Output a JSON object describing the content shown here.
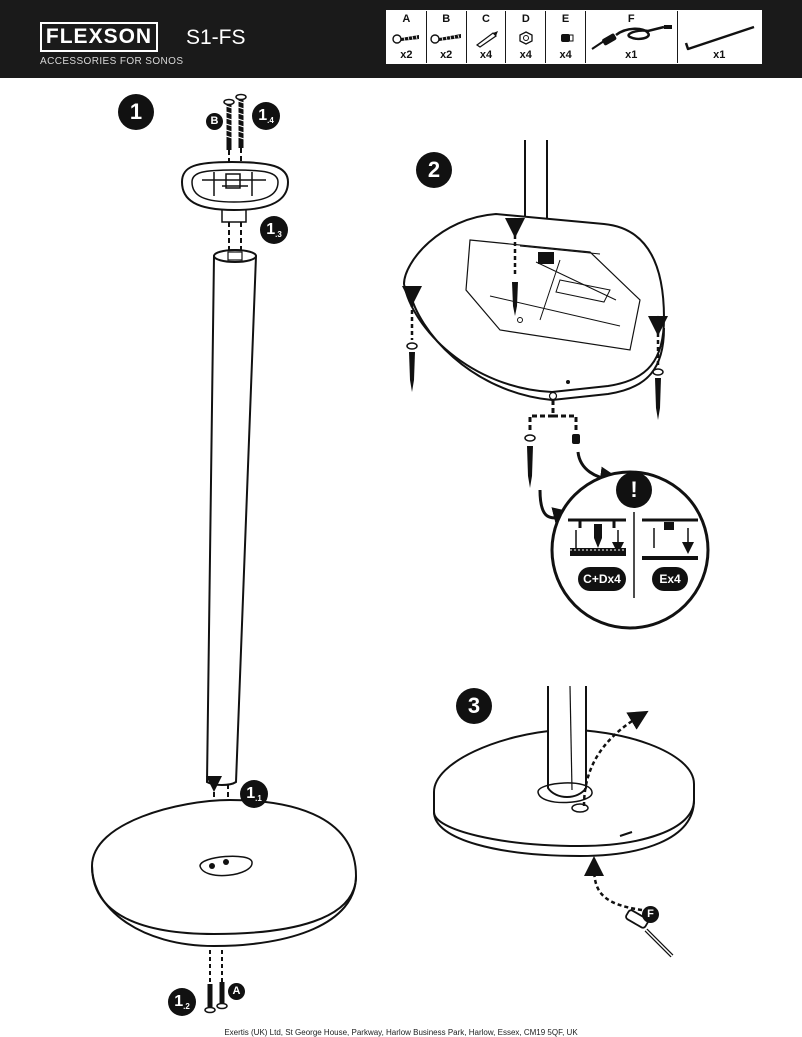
{
  "header": {
    "brand": "FLEXSON",
    "tagline": "ACCESSORIES FOR SONOS",
    "model": "S1-FS",
    "parts": [
      {
        "letter": "A",
        "qty": "x2"
      },
      {
        "letter": "B",
        "qty": "x2"
      },
      {
        "letter": "C",
        "qty": "x4"
      },
      {
        "letter": "D",
        "qty": "x4"
      },
      {
        "letter": "E",
        "qty": "x4"
      },
      {
        "letter": "F",
        "qty": "x1"
      },
      {
        "letter": "",
        "qty": "x1"
      }
    ]
  },
  "steps": {
    "step1": {
      "number": "1",
      "sub1": {
        "main": "1",
        "sfx": ".1"
      },
      "sub2": {
        "main": "1",
        "sfx": ".2"
      },
      "sub3": {
        "main": "1",
        "sfx": ".3"
      },
      "sub4": {
        "main": "1",
        "sfx": ".4"
      },
      "part_a": "A",
      "part_b": "B"
    },
    "step2": {
      "number": "2",
      "warning": "!",
      "option_spike": "C+Dx4",
      "option_foot": "Ex4"
    },
    "step3": {
      "number": "3",
      "part_f": "F"
    }
  },
  "footer": {
    "address": "Exertis (UK) Ltd, St George House, Parkway, Harlow Business Park, Harlow, Essex, CM19 5QF, UK"
  }
}
